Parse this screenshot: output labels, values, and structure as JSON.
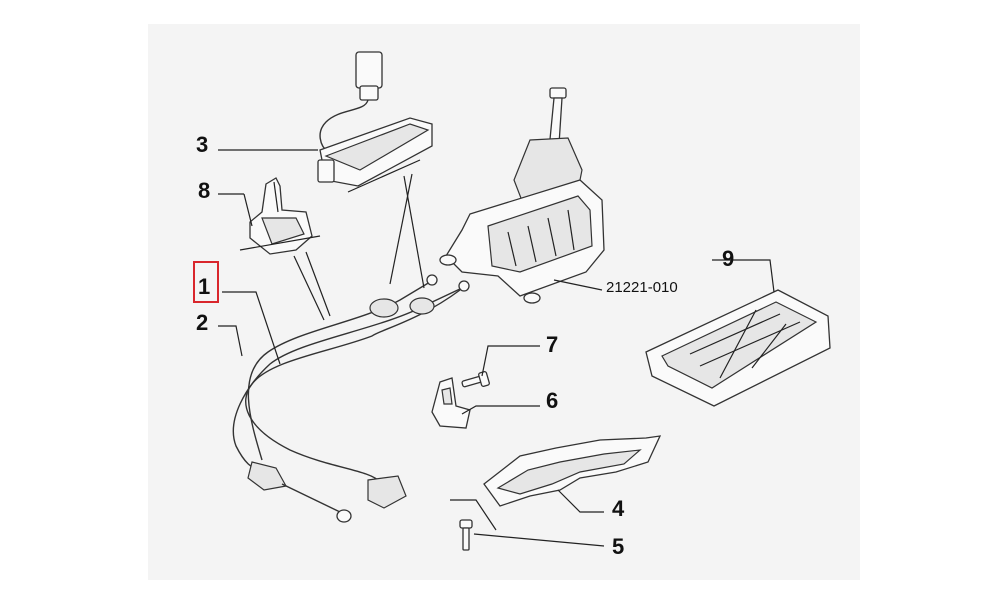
{
  "parts": [
    {
      "number": "1",
      "highlighted": true
    },
    {
      "number": "2"
    },
    {
      "number": "3"
    },
    {
      "number": "4"
    },
    {
      "number": "5"
    },
    {
      "number": "6"
    },
    {
      "number": "7"
    },
    {
      "number": "8"
    },
    {
      "number": "9"
    }
  ],
  "reference_label": "21221-010",
  "colors": {
    "highlight": "#d9262c",
    "background": "#f4f4f4",
    "ink": "#222222"
  }
}
